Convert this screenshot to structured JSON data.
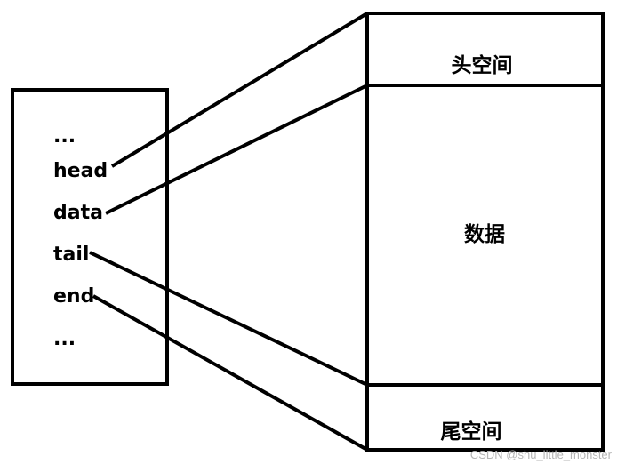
{
  "fields": [
    "...",
    "head",
    "data",
    "tail",
    "end",
    "..."
  ],
  "regions": {
    "head_room": "头空间",
    "data": "数据",
    "tail_room": "尾空间"
  },
  "watermark": "CSDN @shu_little_monster"
}
